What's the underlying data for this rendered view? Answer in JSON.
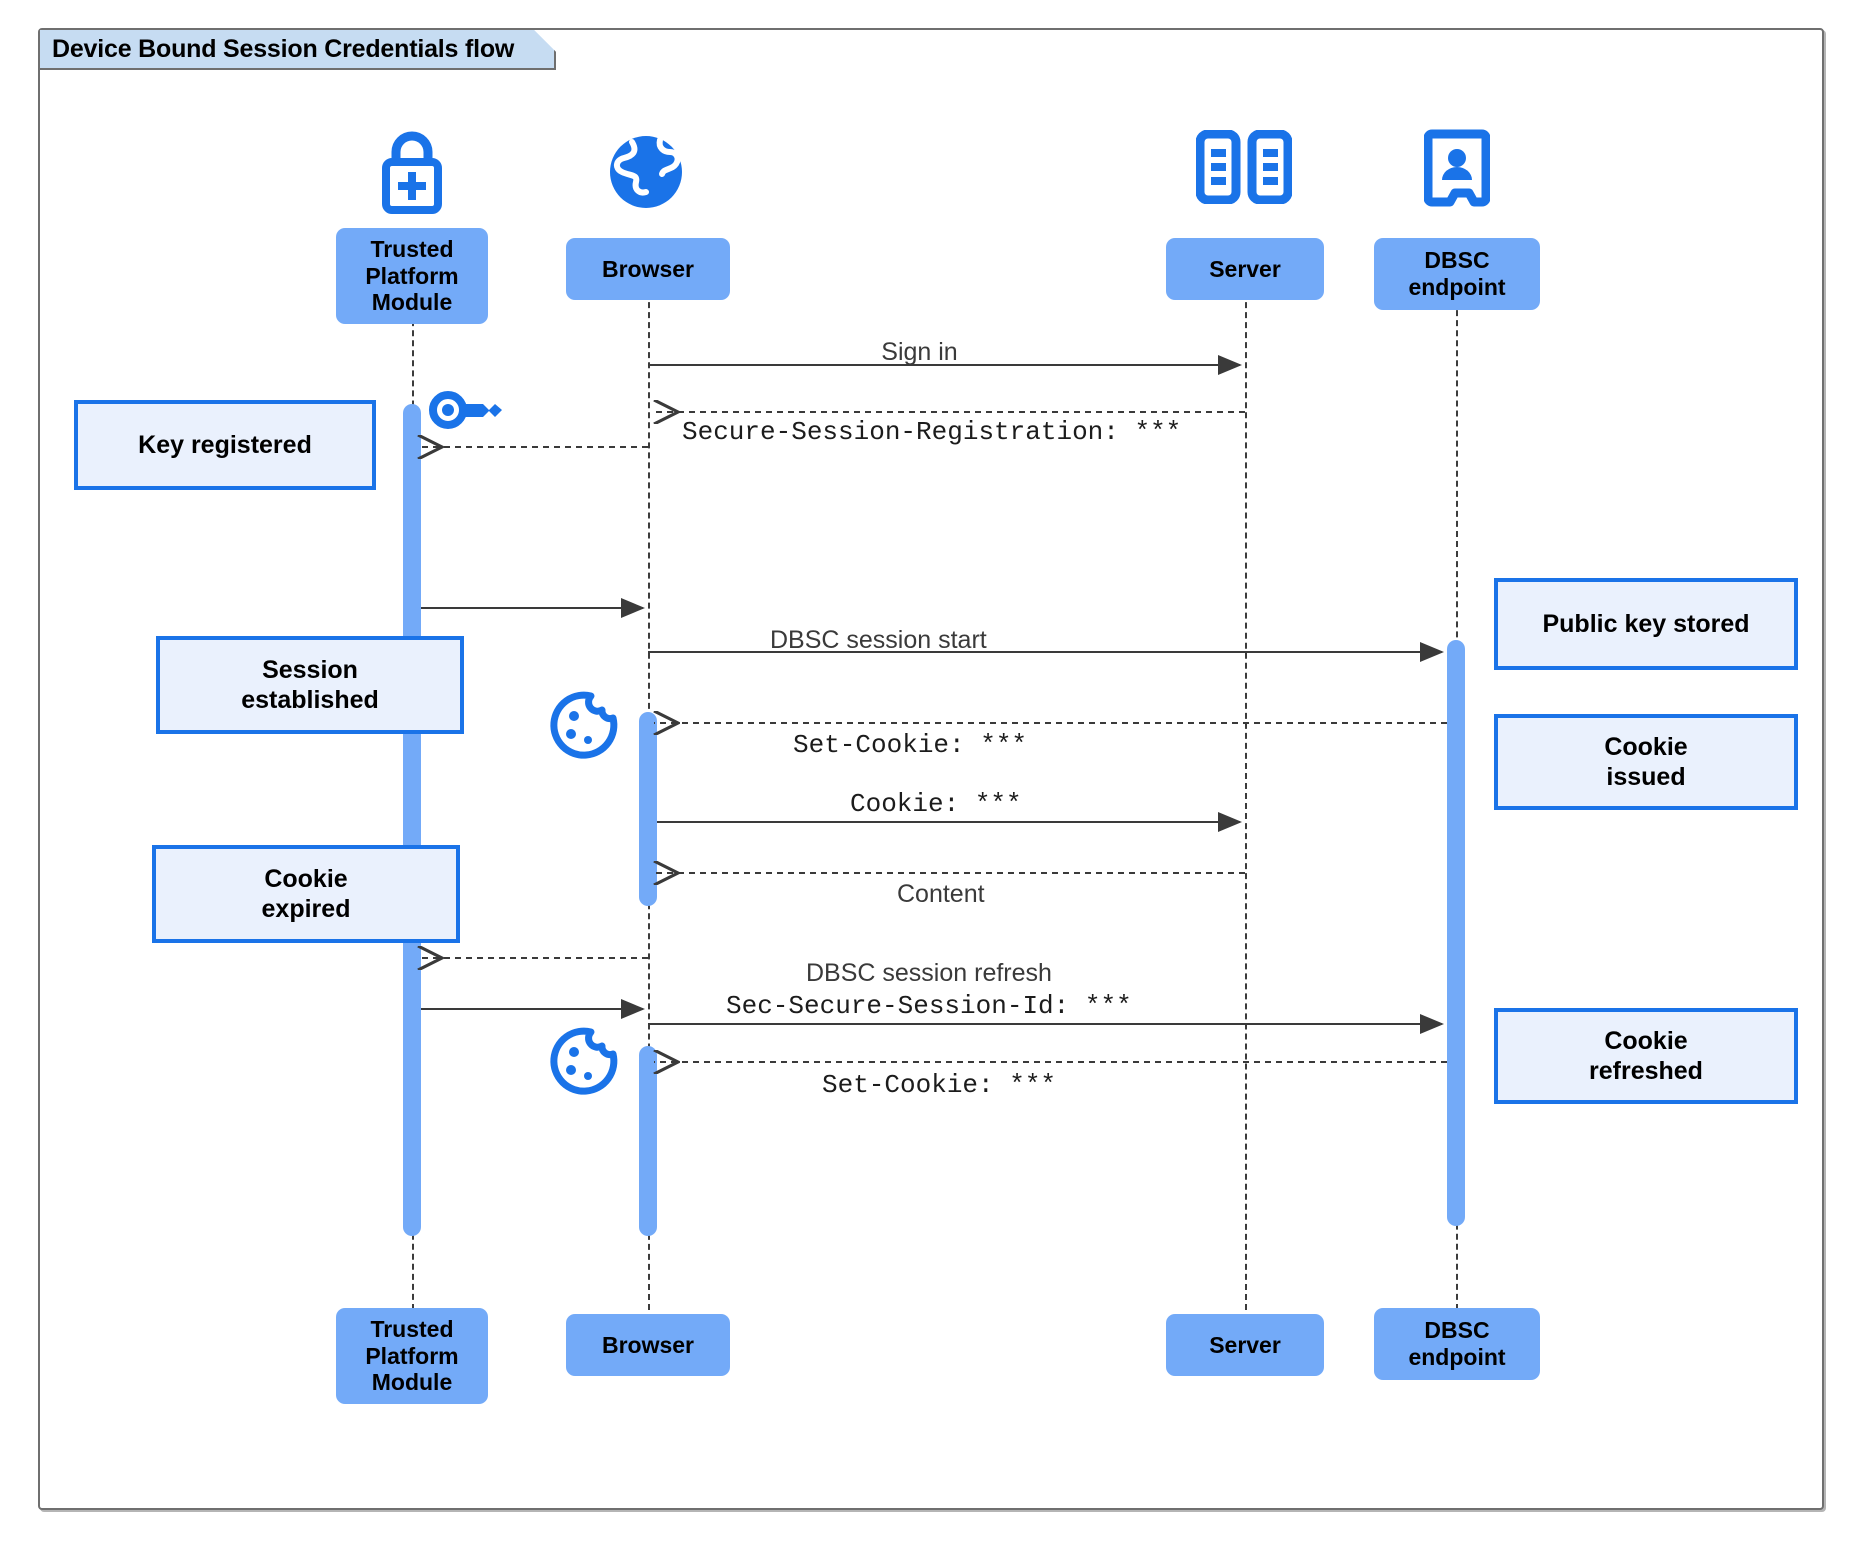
{
  "diagram": {
    "title": "Device Bound Session Credentials flow",
    "type": "uml-sequence",
    "colors": {
      "frame_border": "#6f6f6f",
      "title_tab_fill": "#c6dcf2",
      "participant_fill": "#73aaf8",
      "note_fill": "#eaf1fd",
      "note_border": "#1a73e8",
      "icon_blue": "#1a73e8",
      "activation_fill": "#73aaf8",
      "arrow": "#3a3a3a"
    }
  },
  "participants": [
    {
      "id": "tpm",
      "label": "Trusted\nPlatform\nModule",
      "label_line1": "Trusted",
      "label_line2": "Platform",
      "label_line3": "Module",
      "icon": "padlock-plus-icon"
    },
    {
      "id": "browser",
      "label": "Browser",
      "icon": "globe-icon"
    },
    {
      "id": "server",
      "label": "Server",
      "icon": "server-racks-icon"
    },
    {
      "id": "dbsc",
      "label": "DBSC\nendpoint",
      "label_line1": "DBSC",
      "label_line2": "endpoint",
      "icon": "id-badge-person-icon"
    }
  ],
  "messages": [
    {
      "id": "m1",
      "text": "Sign in",
      "style": "sans",
      "from": "browser",
      "to": "server",
      "line": "solid",
      "arrow": "filled"
    },
    {
      "id": "m2",
      "text": "Secure-Session-Registration: ***",
      "style": "mono",
      "from": "server",
      "to": "browser",
      "line": "dashed",
      "arrow": "open"
    },
    {
      "id": "m3",
      "text": "",
      "style": "sans",
      "from": "tpm",
      "to": "browser",
      "line": "solid",
      "arrow": "filled"
    },
    {
      "id": "m4",
      "text": "DBSC session start",
      "style": "sans",
      "from": "browser",
      "to": "dbsc",
      "line": "solid",
      "arrow": "filled"
    },
    {
      "id": "m5",
      "text": "Set-Cookie: ***",
      "style": "mono",
      "from": "dbsc",
      "to": "browser",
      "line": "dashed",
      "arrow": "open"
    },
    {
      "id": "m6",
      "text": "Cookie: ***",
      "style": "mono",
      "from": "browser",
      "to": "server",
      "line": "solid",
      "arrow": "filled"
    },
    {
      "id": "m7",
      "text": "Content",
      "style": "sans",
      "from": "server",
      "to": "browser",
      "line": "dashed",
      "arrow": "open"
    },
    {
      "id": "m8",
      "text": "",
      "style": "sans",
      "from": "browser",
      "to": "tpm",
      "line": "dashed",
      "arrow": "open"
    },
    {
      "id": "m9",
      "text": "DBSC session refresh",
      "style": "sans",
      "from": "tpm",
      "to": "browser",
      "line": "solid",
      "arrow": "filled"
    },
    {
      "id": "m10",
      "text": "Sec-Secure-Session-Id: ***",
      "style": "mono",
      "from": "browser",
      "to": "dbsc",
      "line": "solid",
      "arrow": "filled"
    },
    {
      "id": "m11",
      "text": "Set-Cookie: ***",
      "style": "mono",
      "from": "dbsc",
      "to": "browser",
      "line": "dashed",
      "arrow": "open"
    }
  ],
  "notes": [
    {
      "id": "n1",
      "text": "Key registered",
      "line1": "Key registered",
      "line2": "",
      "side": "left"
    },
    {
      "id": "n2",
      "text": "Session established",
      "line1": "Session",
      "line2": "established",
      "side": "left"
    },
    {
      "id": "n3",
      "text": "Cookie expired",
      "line1": "Cookie",
      "line2": "expired",
      "side": "left"
    },
    {
      "id": "n4",
      "text": "Public key stored",
      "line1": "Public key stored",
      "line2": "",
      "side": "right"
    },
    {
      "id": "n5",
      "text": "Cookie issued",
      "line1": "Cookie",
      "line2": "issued",
      "side": "right"
    },
    {
      "id": "n6",
      "text": "Cookie refreshed",
      "line1": "Cookie",
      "line2": "refreshed",
      "side": "right"
    }
  ],
  "inline_icons": [
    {
      "id": "key1",
      "name": "key-icon",
      "near": "tpm"
    },
    {
      "id": "cookie1",
      "name": "cookie-icon",
      "near": "browser"
    },
    {
      "id": "cookie2",
      "name": "cookie-icon",
      "near": "browser"
    }
  ]
}
